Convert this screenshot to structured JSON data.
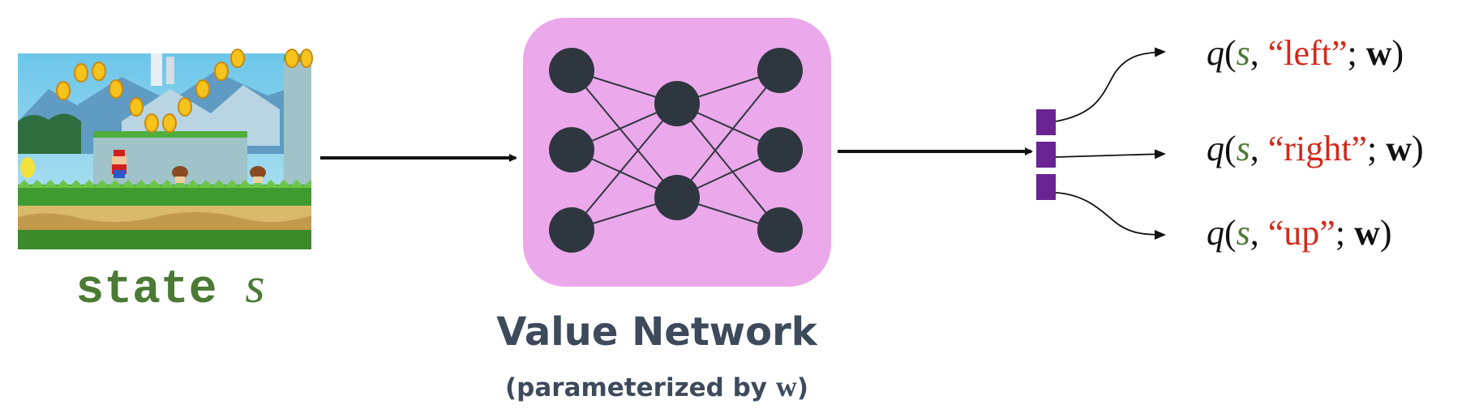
{
  "state_label": {
    "text": "state",
    "var": "s"
  },
  "network": {
    "title": "Value Network",
    "subtitle_prefix": "(parameterized by",
    "subtitle_var": "w",
    "subtitle_suffix": ")",
    "color": "#eba8ea",
    "node_color": "#2e3640",
    "layers": [
      3,
      2,
      3
    ]
  },
  "output_vector": {
    "cells": 3,
    "color": "#6a2393"
  },
  "outputs": [
    {
      "fn": "q",
      "open": "(",
      "state": "s",
      "comma": ",",
      "action": "“left”",
      "semi": ";",
      "param": "w",
      "close": ")"
    },
    {
      "fn": "q",
      "open": "(",
      "state": "s",
      "comma": ",",
      "action": "“right”",
      "semi": ";",
      "param": "w",
      "close": ")"
    },
    {
      "fn": "q",
      "open": "(",
      "state": "s",
      "comma": ",",
      "action": "“up”",
      "semi": ";",
      "param": "w",
      "close": ")"
    }
  ],
  "colors": {
    "state_green": "#4a7a34",
    "action_red": "#d22a1c",
    "title_gray": "#3d4a5c"
  },
  "image": {
    "depicts": "game screenshot (Super Mario Run level)"
  }
}
